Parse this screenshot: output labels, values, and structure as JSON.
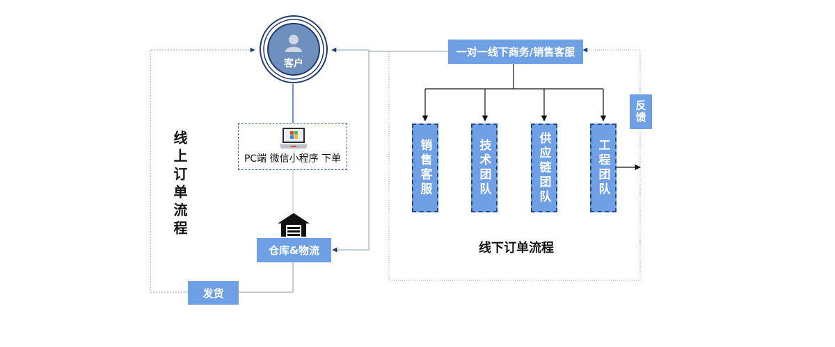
{
  "client": {
    "label": "客户"
  },
  "online": {
    "section_title": "线上订单流程",
    "order_box_label": "PC端 微信小程序 下单",
    "warehouse_label": "仓库&物流",
    "ship_label": "发货"
  },
  "offline": {
    "section_title": "线下订单流程",
    "service_label": "一对一线下商务/销售客服",
    "feedback_label": "反馈",
    "teams": [
      "销售客服",
      "技术团队",
      "供应链团队",
      "工程团队"
    ]
  },
  "icons": [
    "user-icon",
    "laptop-icon",
    "warehouse-icon"
  ],
  "colors": {
    "box": "#6fa0e6",
    "line": "#8a9bb0",
    "arrow": "#1f3a6e"
  }
}
